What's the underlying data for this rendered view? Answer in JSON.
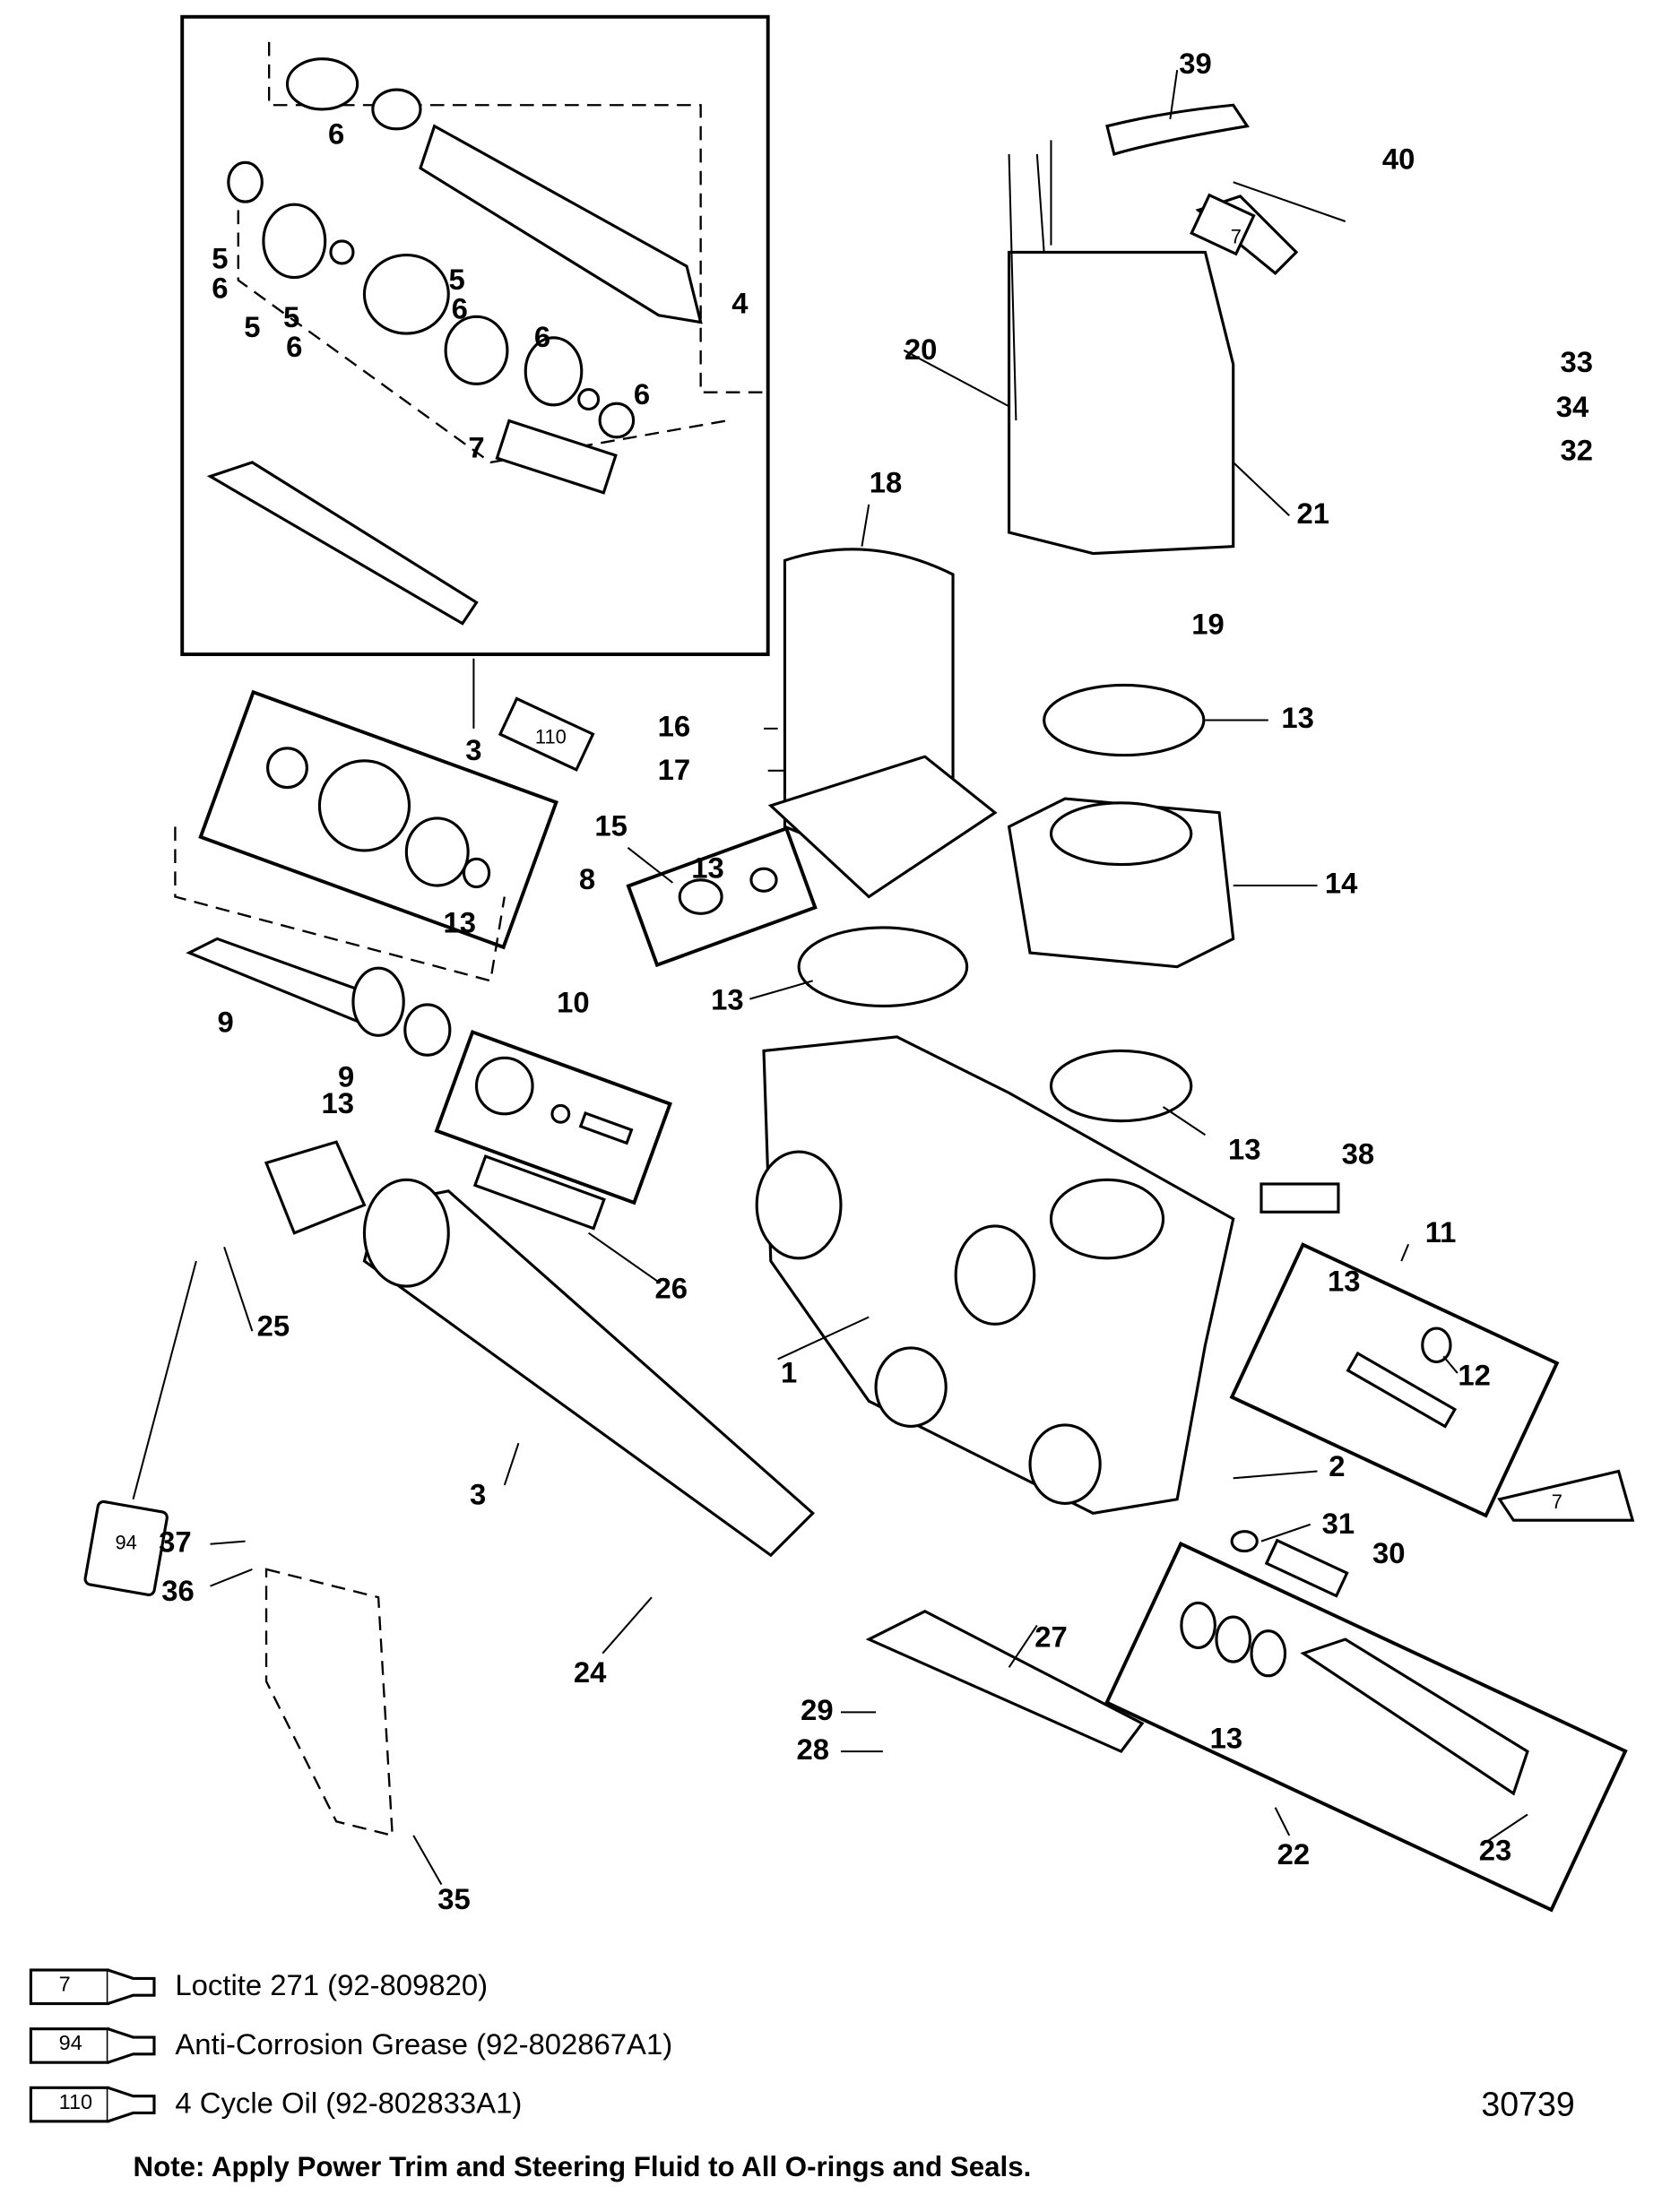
{
  "figure_number": "30739",
  "note": "Note: Apply Power Trim and Steering Fluid to All O-rings and Seals.",
  "legend": [
    {
      "tube": "7",
      "text": "Loctite 271 (92-809820)"
    },
    {
      "tube": "94",
      "text": "Anti-Corrosion Grease (92-802867A1)"
    },
    {
      "tube": "110",
      "text": "4 Cycle Oil (92-802833A1)"
    }
  ],
  "tube_labels": {
    "t7a": "7",
    "t7b": "7",
    "t94": "94",
    "t110": "110"
  },
  "callouts": [
    "39",
    "40",
    "33",
    "34",
    "32",
    "20",
    "21",
    "18",
    "19",
    "13",
    "16",
    "17",
    "3",
    "15",
    "13",
    "14",
    "8",
    "13",
    "13",
    "9",
    "10",
    "9",
    "13",
    "13",
    "38",
    "11",
    "13",
    "12",
    "26",
    "25",
    "1",
    "2",
    "3",
    "31",
    "30",
    "37",
    "36",
    "24",
    "27",
    "29",
    "28",
    "13",
    "22",
    "23",
    "35",
    "6",
    "5",
    "6",
    "5",
    "5",
    "6",
    "5",
    "6",
    "6",
    "6",
    "7",
    "4"
  ]
}
